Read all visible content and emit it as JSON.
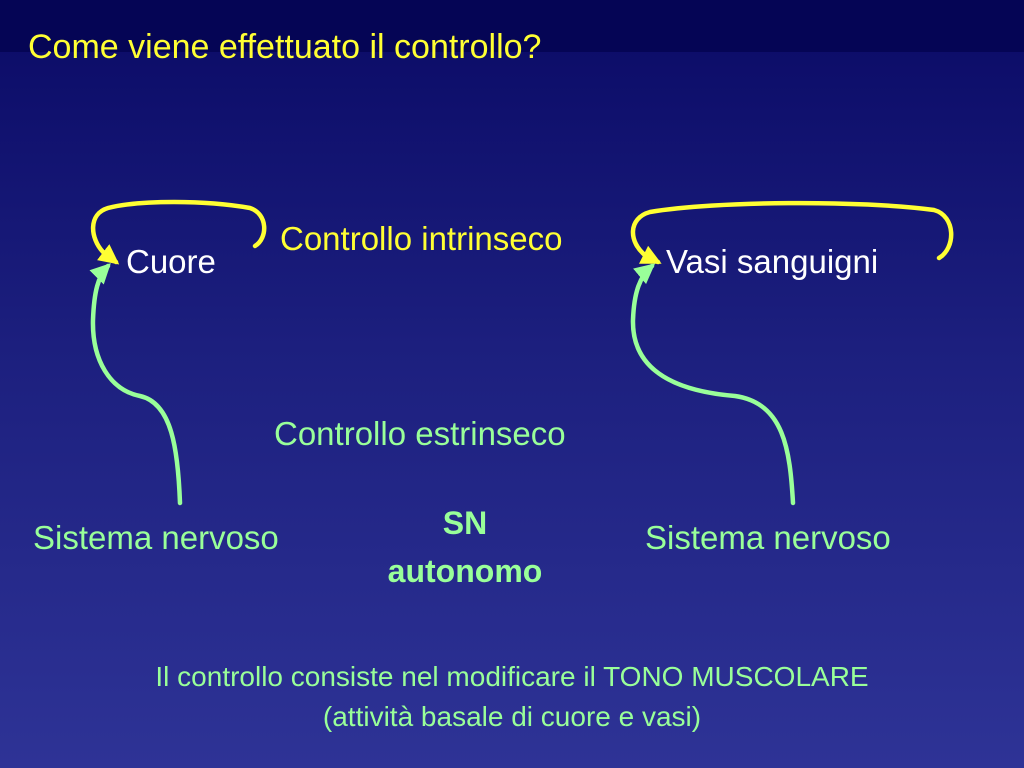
{
  "slide": {
    "title": "Come viene effettuato il controllo?",
    "nodes": {
      "heart": "Cuore",
      "vessels": "Vasi sanguigni",
      "nervous_left": "Sistema nervoso",
      "nervous_right": "Sistema nervoso"
    },
    "labels": {
      "intrinsic": "Controllo intrinseco",
      "extrinsic": "Controllo estrinseco",
      "sn_line1": "SN",
      "sn_line2": "autonomo"
    },
    "caption": {
      "line1": "Il controllo consiste nel modificare il TONO MUSCOLARE",
      "line2": "(attività basale di cuore e vasi)"
    },
    "colors": {
      "background_top": "#0a0a66",
      "background_bottom": "#2e3396",
      "title": "#ffff33",
      "intrinsic_arrows": "#ffff33",
      "extrinsic_arrows": "#99ff99",
      "node_text": "#ffffff"
    }
  }
}
